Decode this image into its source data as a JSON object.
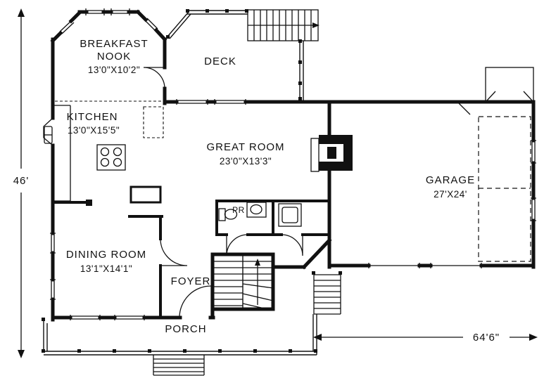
{
  "page": {
    "background": "#ffffff",
    "line_color": "#111111"
  },
  "rooms": {
    "breakfast_nook": {
      "name_line1": "BREAKFAST",
      "name_line2": "NOOK",
      "dims": "13'0\"X10'2\""
    },
    "deck": {
      "name": "DECK"
    },
    "kitchen": {
      "name": "KITCHEN",
      "dims": "13'0\"X15'5\""
    },
    "great_room": {
      "name": "GREAT ROOM",
      "dims": "23'0\"X13'3\""
    },
    "garage": {
      "name": "GARAGE",
      "dims": "27'X24'"
    },
    "powder_room": {
      "name": "PR"
    },
    "dining_room": {
      "name": "DINING ROOM",
      "dims": "13'1\"X14'1\""
    },
    "foyer": {
      "name": "FOYER"
    },
    "porch": {
      "name": "PORCH"
    }
  },
  "dimensions": {
    "depth": "46'",
    "width": "64'6\""
  }
}
